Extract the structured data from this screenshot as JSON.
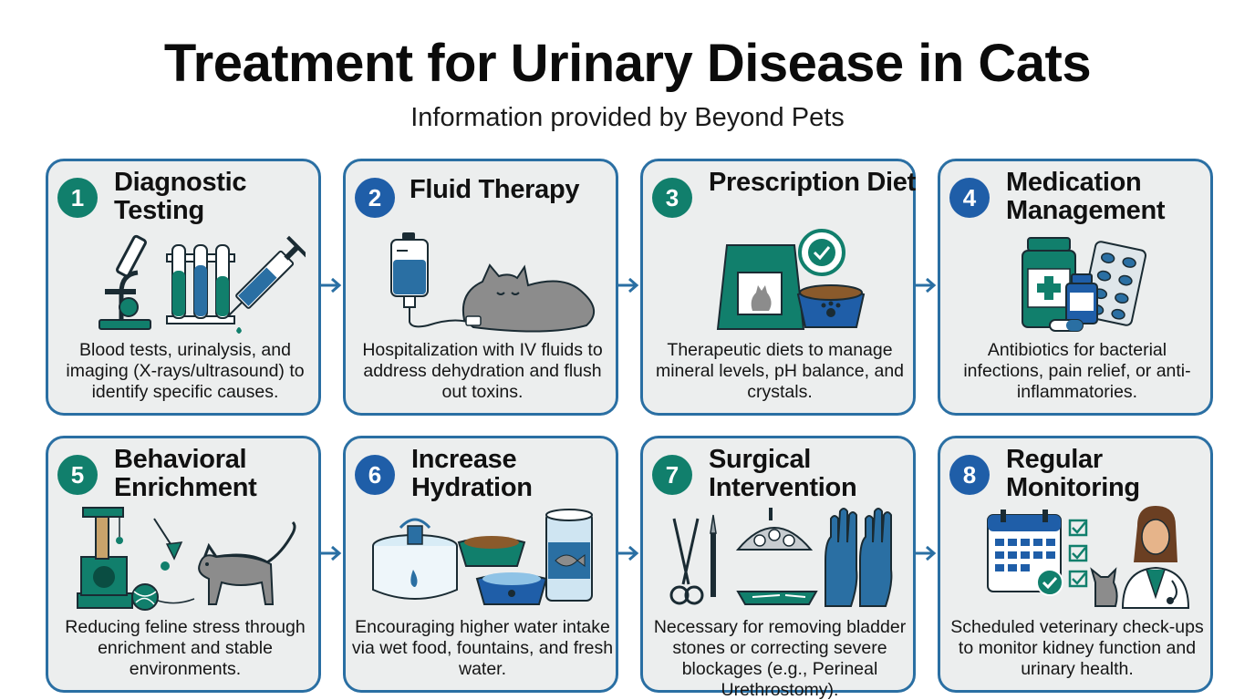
{
  "title": "Treatment for Urinary Disease in Cats",
  "subtitle": "Information provided by Beyond Pets",
  "colors": {
    "border": "#2a6fa3",
    "green": "#117f6c",
    "blue": "#1f5ea8",
    "card_bg": "#eceeee"
  },
  "steps": [
    {
      "number": "1",
      "title": "Diagnostic Testing",
      "description": "Blood tests, urinalysis, and imaging (X-rays/ultrasound) to identify specific causes.",
      "icon": "microscope-test-tubes-syringe-icon"
    },
    {
      "number": "2",
      "title": "Fluid Therapy",
      "description": "Hospitalization with IV fluids to address dehydration and flush out toxins.",
      "icon": "iv-bag-sleeping-cat-icon"
    },
    {
      "number": "3",
      "title": "Prescription Diet",
      "description": "Therapeutic diets to manage mineral levels, pH balance, and crystals.",
      "icon": "food-bag-bowl-icon"
    },
    {
      "number": "4",
      "title": "Medication Management",
      "description": "Antibiotics for bacterial infections, pain relief, or anti-inflammatories.",
      "icon": "pill-bottle-blister-icon"
    },
    {
      "number": "5",
      "title": "Behavioral Enrichment",
      "description": "Reducing feline stress through enrichment and stable environments.",
      "icon": "cat-tree-toys-icon"
    },
    {
      "number": "6",
      "title": "Increase Hydration",
      "description": "Encouraging higher water intake via wet food, fountains, and fresh water.",
      "icon": "water-fountain-bowls-icon"
    },
    {
      "number": "7",
      "title": "Surgical Intervention",
      "description": "Necessary for removing bladder stones or correcting severe blockages (e.g., Perineal Urethrostomy).",
      "icon": "surgical-tools-icon"
    },
    {
      "number": "8",
      "title": "Regular Monitoring",
      "description": "Scheduled veterinary check-ups to monitor kidney function and urinary health.",
      "icon": "calendar-checklist-vet-icon"
    }
  ]
}
